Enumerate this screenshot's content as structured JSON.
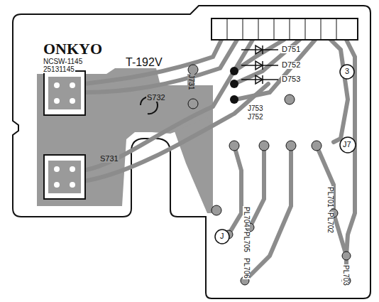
{
  "diagram": {
    "labels": [
      "ONKYO",
      "NCSW-1145",
      "25131145",
      "T-192V",
      "J731",
      "S732",
      "S731",
      "D751",
      "D752",
      "D753",
      "3",
      "J753",
      "J752",
      "J7",
      "PL704",
      "PL705",
      "PL706",
      "PL701",
      "PL702",
      "PL703",
      "J"
    ]
  }
}
